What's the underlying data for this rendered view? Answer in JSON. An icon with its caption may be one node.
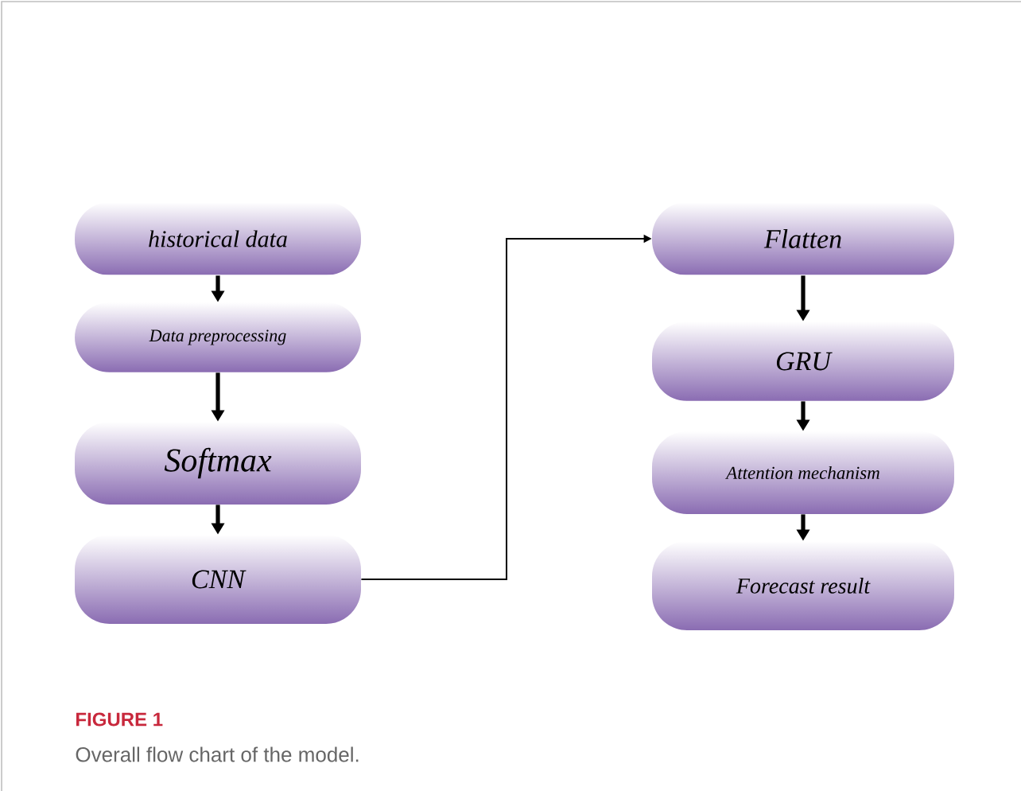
{
  "diagram": {
    "caption": "Overall flow chart of the model.",
    "nodes": [
      {
        "text": [
          "historical data"
        ]
      },
      {
        "text": [
          "Data preprocessing"
        ]
      },
      {
        "text": [
          "Softmax"
        ]
      },
      {
        "text": [
          "CNN"
        ]
      },
      {
        "text": [
          "Flatten"
        ]
      },
      {
        "text": [
          "GRU"
        ]
      },
      {
        "text": [
          "Attention mechanism"
        ]
      },
      {
        "text": [
          "Forecast result"
        ]
      }
    ],
    "edges": [
      {
        "from": 0,
        "to": 1,
        "arrow": "to"
      },
      {
        "from": 1,
        "to": 2,
        "arrow": "to"
      },
      {
        "from": 2,
        "to": 3,
        "arrow": "to"
      },
      {
        "from": 3,
        "to": 4,
        "arrow": "to"
      },
      {
        "from": 4,
        "to": 5,
        "arrow": "to"
      },
      {
        "from": 5,
        "to": 6,
        "arrow": "to"
      },
      {
        "from": 6,
        "to": 7,
        "arrow": "to"
      }
    ],
    "labels": [
      "FIGURE 1"
    ]
  }
}
